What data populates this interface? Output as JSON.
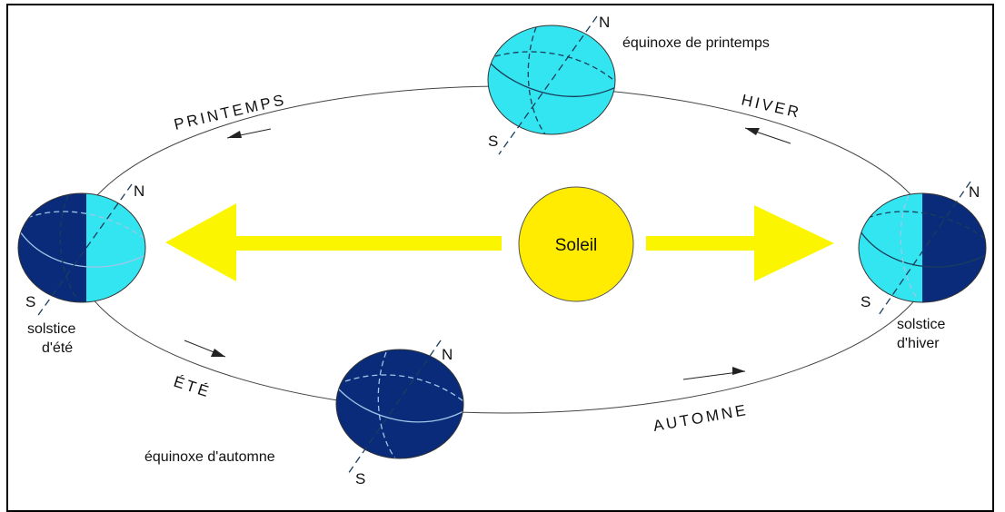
{
  "sun": {
    "label": "Soleil"
  },
  "poles": {
    "north": "N",
    "south": "S"
  },
  "positions": {
    "spring_equinox": "équinoxe de printemps",
    "summer_solstice_line1": "solstice",
    "summer_solstice_line2": "d'été",
    "autumn_equinox": "équinoxe d'automne",
    "winter_solstice_line1": "solstice",
    "winter_solstice_line2": "d'hiver"
  },
  "seasons": {
    "spring": "PRINTEMPS",
    "summer": "ÉTÉ",
    "autumn": "AUTOMNE",
    "winter": "HIVER"
  },
  "colors": {
    "lit": "#33e5f0",
    "dark": "#0a2b7a",
    "sun": "#ffec00",
    "sunlight": "#fbf600"
  }
}
